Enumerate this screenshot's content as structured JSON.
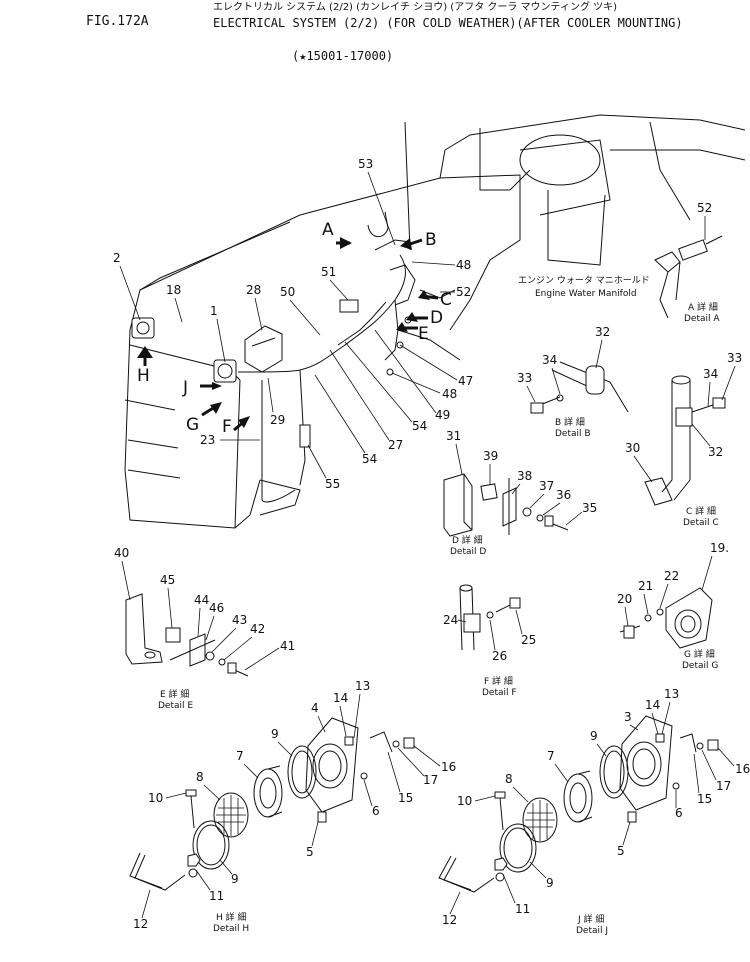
{
  "header": {
    "figure": "FIG.172A",
    "title_kana": "エレクトリカル システム (2/2) (カンレイチ シヨウ) (アフタ クーラ マウンティング ツキ)",
    "title_en": "ELECTRICAL SYSTEM (2/2) (FOR COLD WEATHER)(AFTER COOLER MOUNTING)",
    "serial_range": "(★15001-17000)"
  },
  "view_arrows": [
    "A",
    "B",
    "C",
    "D",
    "E",
    "F",
    "G",
    "H",
    "J"
  ],
  "captions": {
    "engine_manifold_kana": "エンジン ウォータ マニホールド",
    "engine_manifold": "Engine Water Manifold",
    "detail_a_kana": "A 詳 細",
    "detail_a": "Detail A",
    "detail_b_kana": "B 詳 細",
    "detail_b": "Detail B",
    "detail_c_kana": "C 詳 細",
    "detail_c": "Detail C",
    "detail_d_kana": "D 詳 細",
    "detail_d": "Detail D",
    "detail_e_kana": "E 詳 細",
    "detail_e": "Detail E",
    "detail_f_kana": "F 詳 細",
    "detail_f": "Detail F",
    "detail_g_kana": "G 詳 細",
    "detail_g": "Detail G",
    "detail_h_kana": "H 詳 細",
    "detail_h": "Detail H",
    "detail_j_kana": "J 詳 細",
    "detail_j": "Detail J"
  },
  "callouts": {
    "main": [
      "53",
      "2",
      "18",
      "28",
      "50",
      "51",
      "48",
      "52",
      "1",
      "47",
      "48",
      "49",
      "29",
      "27",
      "54",
      "54",
      "23",
      "55"
    ],
    "detail_a": [
      "52"
    ],
    "detail_b": [
      "32",
      "34",
      "33"
    ],
    "detail_c": [
      "33",
      "34",
      "32",
      "30"
    ],
    "detail_d": [
      "31",
      "39",
      "38",
      "37",
      "36",
      "35"
    ],
    "detail_e": [
      "40",
      "45",
      "44",
      "46",
      "43",
      "42",
      "41"
    ],
    "detail_f": [
      "24",
      "26",
      "25"
    ],
    "detail_g": [
      "19.",
      "21",
      "22",
      "20"
    ],
    "detail_h": [
      "4",
      "14",
      "13",
      "7",
      "9",
      "8",
      "10",
      "16",
      "17",
      "15",
      "6",
      "5",
      "9",
      "11",
      "12"
    ],
    "detail_j": [
      "3",
      "14",
      "13",
      "7",
      "9",
      "8",
      "10",
      "16",
      "17",
      "15",
      "6",
      "5",
      "9",
      "11",
      "12"
    ]
  }
}
